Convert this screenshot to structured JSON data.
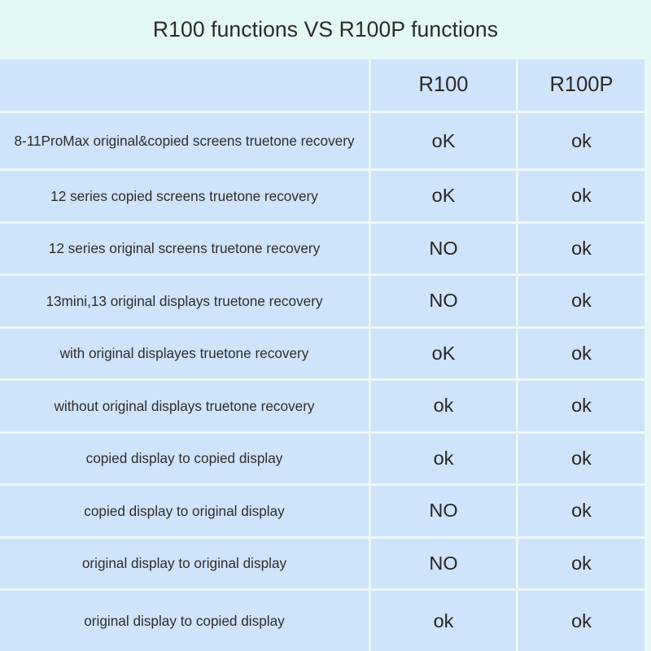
{
  "title": "R100 functions VS R100P functions",
  "colors": {
    "page_background": "#e3f7f4",
    "cell_background": "#cfe3fb",
    "grid_line": "#eef8f8",
    "text": "#2e2e2e"
  },
  "table": {
    "columns": [
      {
        "key": "feature",
        "label": ""
      },
      {
        "key": "r100",
        "label": "R100"
      },
      {
        "key": "r100p",
        "label": "R100P"
      }
    ],
    "rows": [
      {
        "feature": "8-11ProMax original&copied screens truetone recovery",
        "r100": "oK",
        "r100p": "ok"
      },
      {
        "feature": "12 series copied screens truetone recovery",
        "r100": "oK",
        "r100p": "ok"
      },
      {
        "feature": "12 series original screens truetone recovery",
        "r100": "NO",
        "r100p": "ok"
      },
      {
        "feature": "13mini,13 original displays truetone recovery",
        "r100": "NO",
        "r100p": "ok"
      },
      {
        "feature": "with original displayes truetone recovery",
        "r100": "oK",
        "r100p": "ok"
      },
      {
        "feature": "without original displays truetone recovery",
        "r100": "ok",
        "r100p": "ok"
      },
      {
        "feature": "copied display to copied display",
        "r100": "ok",
        "r100p": "ok"
      },
      {
        "feature": "copied display to original display",
        "r100": "NO",
        "r100p": "ok"
      },
      {
        "feature": "original display to original display",
        "r100": "NO",
        "r100p": "ok"
      },
      {
        "feature": "original display to copied display",
        "r100": "ok",
        "r100p": "ok"
      }
    ]
  }
}
